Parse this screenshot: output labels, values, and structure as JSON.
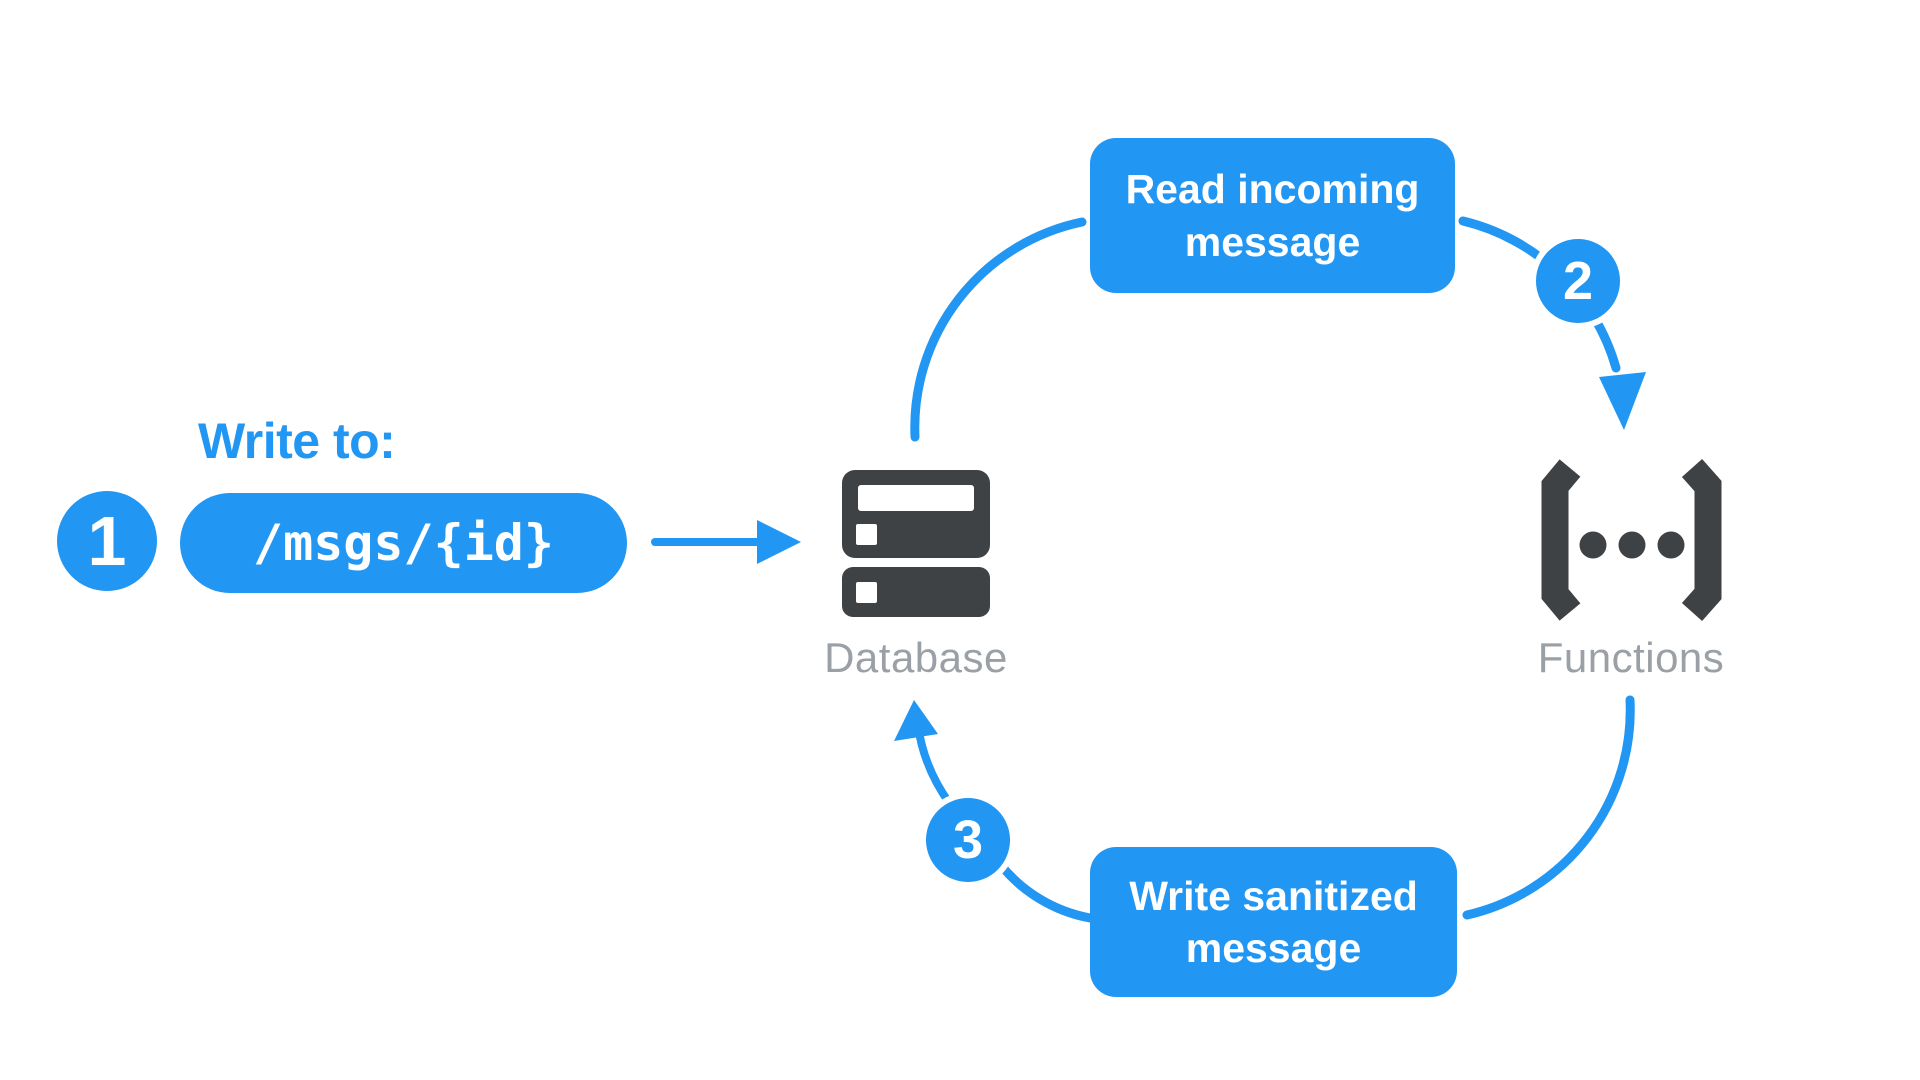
{
  "colors": {
    "accent_blue": "#2196F3",
    "icon_dark": "#3F4245",
    "label_gray": "#9AA0A6"
  },
  "step1": {
    "number": "1",
    "heading": "Write to:",
    "code": "/msgs/{id}"
  },
  "step2": {
    "number": "2",
    "lines": [
      "Read incoming",
      "message"
    ]
  },
  "step3": {
    "number": "3",
    "lines": [
      "Write sanitized",
      "message"
    ]
  },
  "nodes": {
    "database": {
      "label": "Database"
    },
    "functions": {
      "label": "Functions"
    }
  }
}
